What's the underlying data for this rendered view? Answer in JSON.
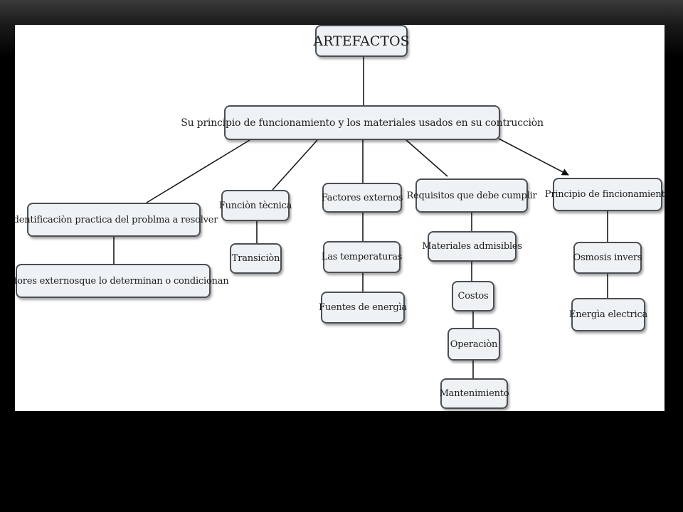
{
  "diagram": {
    "root": "ARTEFACTOS",
    "main": "Su principio de funcionamiento y los materiales usados en su contrucciòn",
    "branches": [
      {
        "title": "Identificaciòn practica del problma a resolver",
        "children": [
          "Factores externosque lo determinan o condicionan"
        ]
      },
      {
        "title": "Funciòn tècnica",
        "children": [
          "Transiciòn"
        ]
      },
      {
        "title": "Factores externos",
        "children": [
          "Las temperaturas",
          "Fuentes de energìa"
        ]
      },
      {
        "title": "Requisitos que debe cumplir",
        "children": [
          "Materiales admisibles",
          "Costos",
          "Operaciòn",
          "Mantenimiento"
        ]
      },
      {
        "title": "Principio de fincionamiento",
        "children": [
          "Osmosis invers",
          "Energìa electrica"
        ]
      }
    ]
  }
}
